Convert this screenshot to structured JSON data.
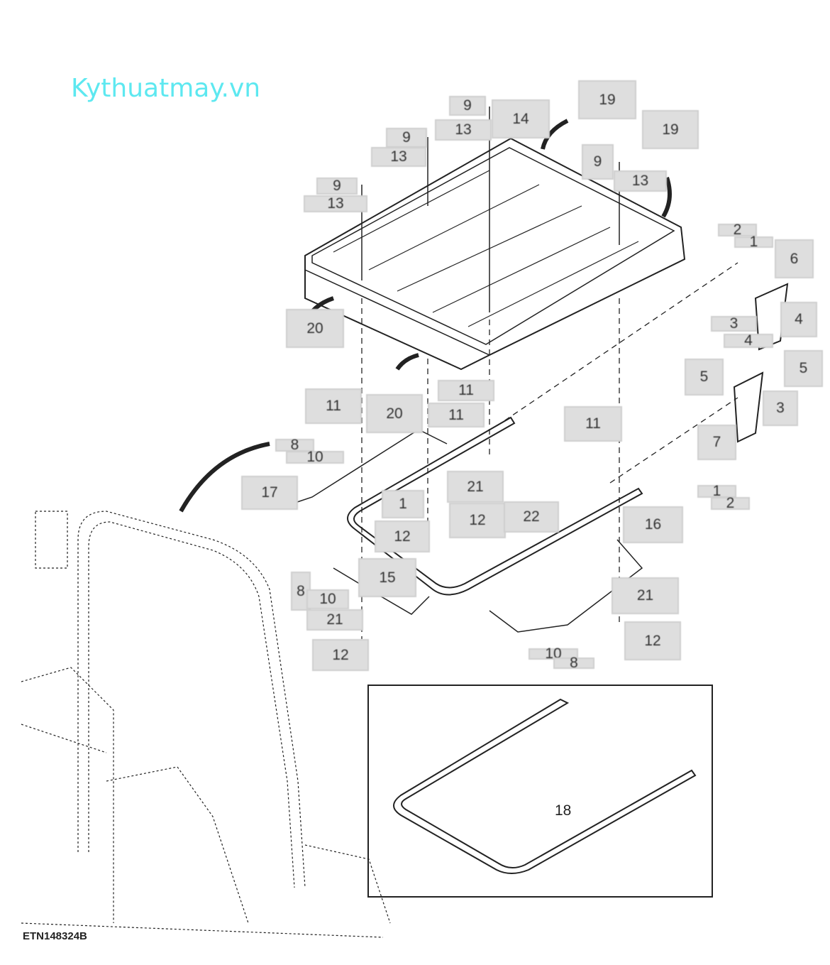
{
  "watermark": "Kythuatmay.vn",
  "figure_id": "ETN148324B",
  "colors": {
    "watermark": "#5de8f0",
    "callout_bg": "#dedede",
    "line": "#222222"
  },
  "callouts": [
    "9",
    "13",
    "14",
    "9",
    "13",
    "19",
    "19",
    "9",
    "13",
    "9",
    "13",
    "2",
    "1",
    "6",
    "4",
    "3",
    "4",
    "5",
    "5",
    "3",
    "7",
    "20",
    "20",
    "11",
    "11",
    "11",
    "11",
    "8",
    "10",
    "17",
    "1",
    "21",
    "12",
    "22",
    "12",
    "16",
    "1",
    "2",
    "15",
    "8",
    "10",
    "21",
    "21",
    "12",
    "12",
    "10",
    "8",
    "18"
  ]
}
